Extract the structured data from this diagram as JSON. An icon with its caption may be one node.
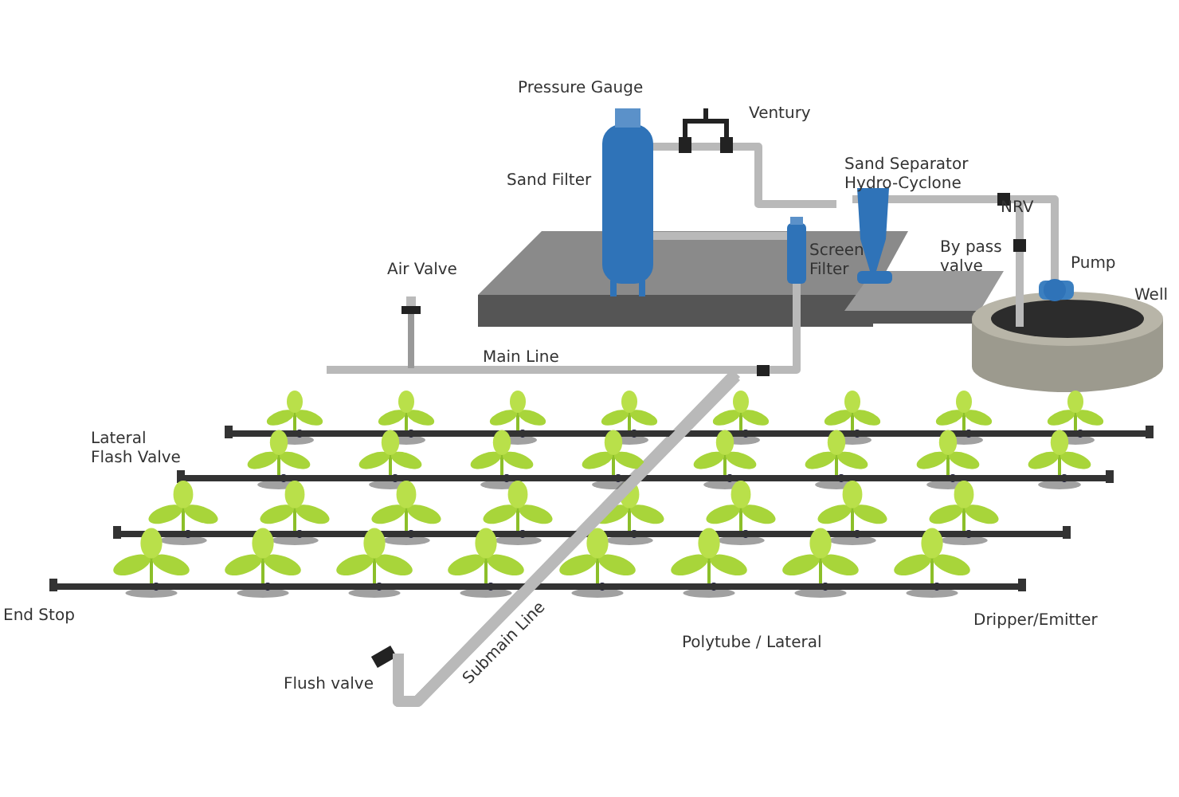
{
  "diagram": {
    "labels": [
      "Pressure Gauge",
      "Ventury",
      "Sand Separator Hydro-Cyclone",
      "Sand Filter",
      "NRV",
      "Screen Filter",
      "By pass valve",
      "Pump",
      "Air Valve",
      "Well",
      "Main Line",
      "Lateral Flash Valve",
      "End Stop",
      "Polytube / Lateral",
      "Dripper/Emitter",
      "Submain Line",
      "Flush valve"
    ]
  }
}
